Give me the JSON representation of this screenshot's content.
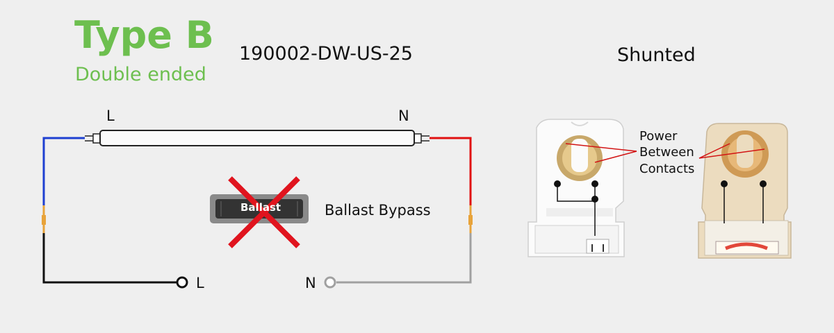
{
  "header": {
    "type": "Type B",
    "subtitle": "Double ended",
    "model": "190002-DW-US-25",
    "right_title": "Shunted"
  },
  "diagram": {
    "tube_left_label": "L",
    "tube_right_label": "N",
    "ballast_label": "Ballast",
    "bypass_label": "Ballast Bypass",
    "terminal_l": "L",
    "terminal_n": "N"
  },
  "sockets": {
    "annotation": [
      "Power",
      "Between",
      "Contacts"
    ]
  },
  "colors": {
    "accent_green": "#6dbf4f",
    "live_wire": "#1e3fd1",
    "neutral_wire": "#e01010",
    "cross": "#e0141e",
    "ground_black": "#111111",
    "ground_gray": "#a0a0a0",
    "connector": "#e8a33a"
  }
}
